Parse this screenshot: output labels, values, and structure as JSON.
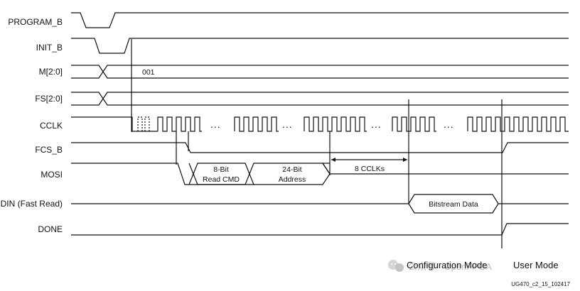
{
  "signals": {
    "program_b": "PROGRAM_B",
    "init_b": "INIT_B",
    "m": "M[2:0]",
    "fs": "FS[2:0]",
    "cclk": "CCLK",
    "fcs_b": "FCS_B",
    "mosi": "MOSI",
    "din": "DIN (Fast Read)",
    "done": "DONE"
  },
  "m_value": "001",
  "mosi_boxes": {
    "cmd_line1": "8-Bit",
    "cmd_line2": "Read CMD",
    "addr_line1": "24-Bit",
    "addr_line2": "Address"
  },
  "dummy_label": "8 CCLKs",
  "din_box": "Bitstream Data",
  "ellipsis": "...",
  "modes": {
    "config": "Configuration Mode",
    "user": "User Mode"
  },
  "figure_id": "UG470_c2_15_102417",
  "watermark": "公众号 · OpenFPGA",
  "colors": {
    "line": "#111111",
    "label": "#111111",
    "watermark": "#bdbdbd"
  }
}
